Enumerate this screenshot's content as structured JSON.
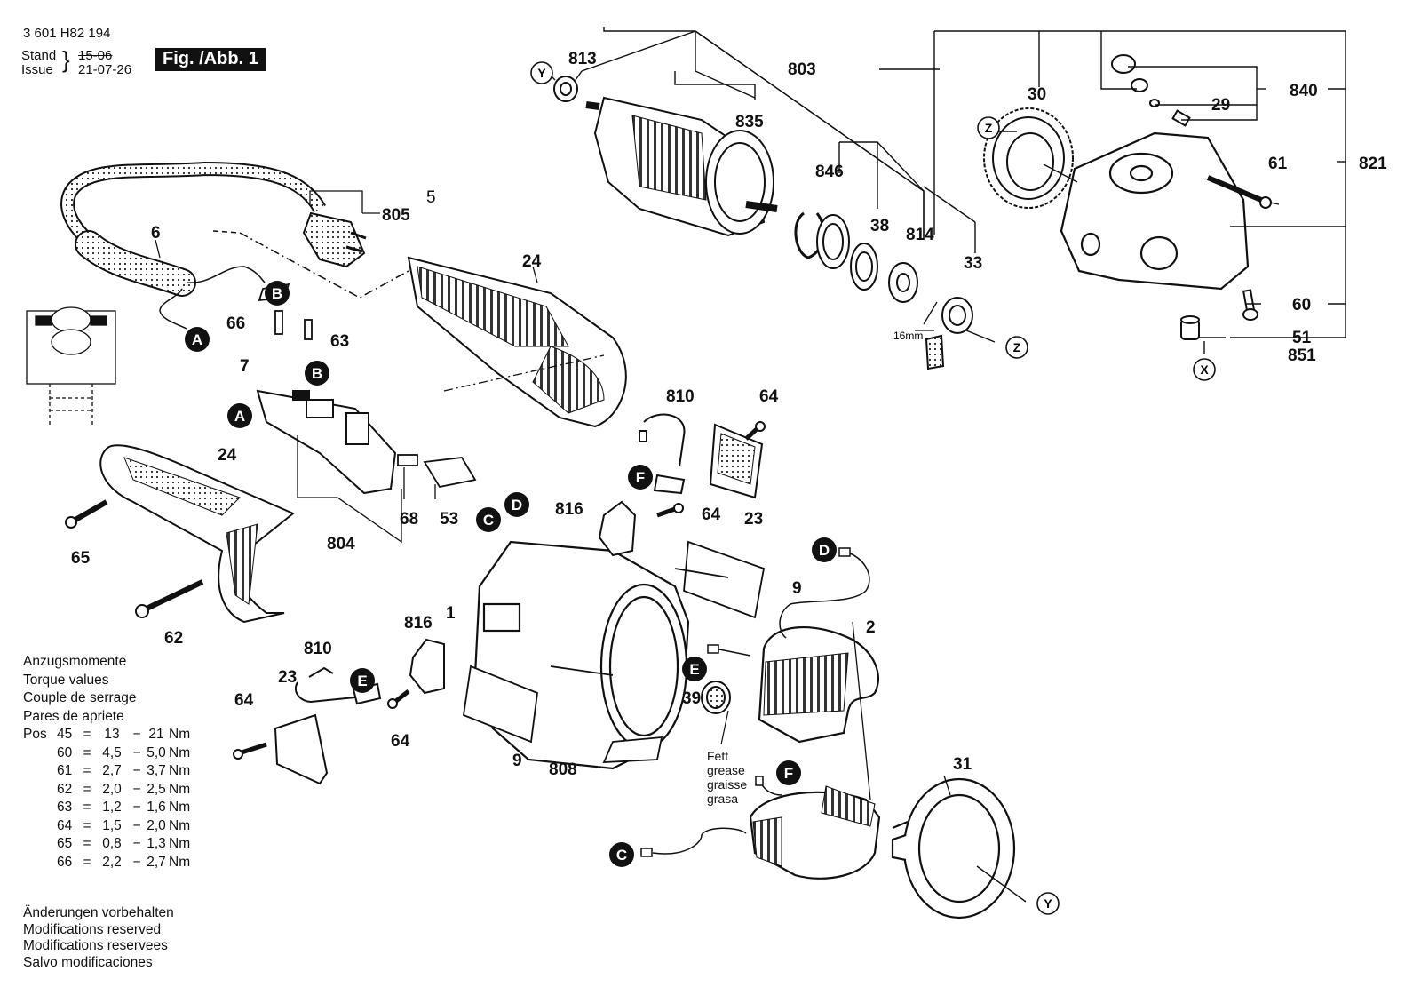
{
  "header": {
    "doc_number": "3 601 H82 194",
    "stand_label": "Stand",
    "issue_label": "Issue",
    "stand_old_date": "15-06",
    "issue_date": "21-07-26",
    "figure_label": "Fig. /Abb. 1"
  },
  "torque": {
    "lines": [
      "Anzugsmomente",
      "Torque values",
      "Couple de serrage",
      "Pares de apriete"
    ],
    "pos_label": "Pos",
    "rows": [
      {
        "pos": "45",
        "eq": "=",
        "min": "13",
        "dash": "−",
        "max": "21",
        "unit": "Nm"
      },
      {
        "pos": "60",
        "eq": "=",
        "min": "4,5",
        "dash": "−",
        "max": "5,0",
        "unit": "Nm"
      },
      {
        "pos": "61",
        "eq": "=",
        "min": "2,7",
        "dash": "−",
        "max": "3,7",
        "unit": "Nm"
      },
      {
        "pos": "62",
        "eq": "=",
        "min": "2,0",
        "dash": "−",
        "max": "2,5",
        "unit": "Nm"
      },
      {
        "pos": "63",
        "eq": "=",
        "min": "1,2",
        "dash": "−",
        "max": "1,6",
        "unit": "Nm"
      },
      {
        "pos": "64",
        "eq": "=",
        "min": "1,5",
        "dash": "−",
        "max": "2,0",
        "unit": "Nm"
      },
      {
        "pos": "65",
        "eq": "=",
        "min": "0,8",
        "dash": "−",
        "max": "1,3",
        "unit": "Nm"
      },
      {
        "pos": "66",
        "eq": "=",
        "min": "2,2",
        "dash": "−",
        "max": "2,7",
        "unit": "Nm"
      }
    ]
  },
  "modifications": [
    "Änderungen vorbehalten",
    "Modifications reserved",
    "Modifications reservees",
    "Salvo modificaciones"
  ],
  "grease_note": [
    "Fett",
    "grease",
    "graisse",
    "grasa"
  ],
  "dimension_label": "16mm",
  "part_labels": {
    "p5": "5",
    "p805": "805",
    "p6": "6",
    "p24a": "24",
    "p24b": "24",
    "p66": "66",
    "p63": "63",
    "p7": "7",
    "p68": "68",
    "p53": "53",
    "p804": "804",
    "p65": "65",
    "p62": "62",
    "p810a": "810",
    "p64a": "64",
    "p816a": "816",
    "p64b": "64",
    "p23a": "23",
    "p9a": "9",
    "p1": "1",
    "p816b": "816",
    "p810b": "810",
    "p23b": "23",
    "p64c": "64",
    "p64d": "64",
    "p9b": "9",
    "p808": "808",
    "p39": "39",
    "p2": "2",
    "p31": "31",
    "p813": "813",
    "p803": "803",
    "p835": "835",
    "p846": "846",
    "p38": "38",
    "p814": "814",
    "p33": "33",
    "p30": "30",
    "p840": "840",
    "p29": "29",
    "p821": "821",
    "p61": "61",
    "p60": "60",
    "p51": "51",
    "p851": "851"
  },
  "connector_markers": {
    "A1": "A",
    "A2": "A",
    "B1": "B",
    "B2": "B",
    "C1": "C",
    "C2": "C",
    "D1": "D",
    "D2": "D",
    "E1": "E",
    "E2": "E",
    "F1": "F",
    "F2": "F"
  },
  "reference_markers": {
    "Y1": "Y",
    "Y2": "Y",
    "Z1": "Z",
    "Z2": "Z",
    "X1": "X"
  }
}
